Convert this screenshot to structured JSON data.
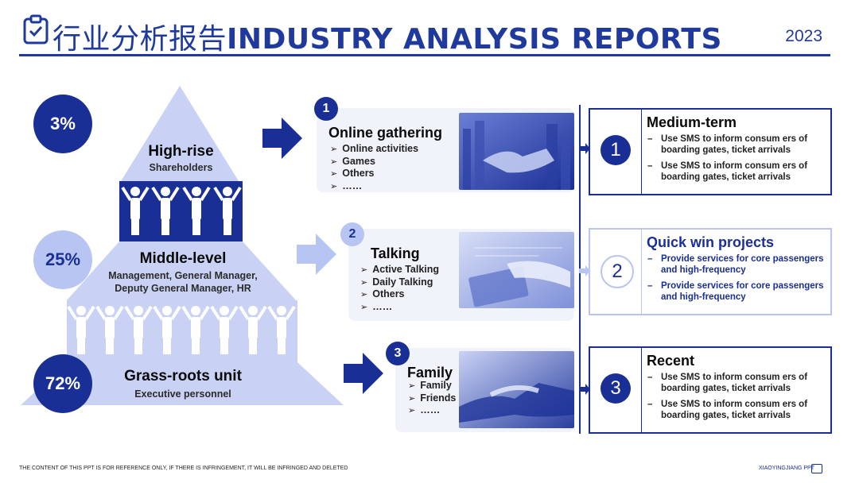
{
  "header": {
    "title_cn": "行业分析报告",
    "title_en": "INDUSTRY ANALYSIS REPORTS",
    "year": "2023"
  },
  "pyramid": {
    "levels": [
      {
        "pct": "3%",
        "title": "High-rise",
        "subtitle": "Shareholders"
      },
      {
        "pct": "25%",
        "title": "Middle-level",
        "subtitle_line1": "Management, General Manager,",
        "subtitle_line2": "Deputy General Manager, HR"
      },
      {
        "pct": "72%",
        "title": "Grass-roots unit",
        "subtitle": "Executive personnel"
      }
    ]
  },
  "cards": [
    {
      "num": "1",
      "title": "Online gathering",
      "items": [
        "Online activities",
        "Games",
        "Others",
        "……"
      ]
    },
    {
      "num": "2",
      "title": "Talking",
      "items_rich": [
        [
          "Active ",
          "Talking"
        ],
        [
          "Daily ",
          "Talking"
        ]
      ],
      "items": [
        "Others",
        "……"
      ]
    },
    {
      "num": "3",
      "title": "Family",
      "items": [
        "Family",
        "Friends",
        "……"
      ]
    }
  ],
  "boxes": [
    {
      "num": "1",
      "title": "Medium-term",
      "items": [
        "Use SMS to inform consum ers of boarding gates, ticket arrivals",
        "Use SMS to inform consum ers of boarding gates, ticket arrivals"
      ]
    },
    {
      "num": "2",
      "title": "Quick win projects",
      "items": [
        "Provide services for core passengers and high-frequency",
        "Provide services for core passengers and high-frequency"
      ]
    },
    {
      "num": "3",
      "title": "Recent",
      "items": [
        "Use SMS to inform consum ers of boarding gates, ticket arrivals",
        "Use SMS to inform consum ers of boarding gates, ticket arrivals"
      ]
    }
  ],
  "footer": {
    "left": "THE CONTENT OF THIS PPT IS FOR REFERENCE ONLY, IF THERE IS INFRINGEMENT, IT WILL BE INFRINGED AND DELETED",
    "right": "XIAOYINGJIANG PPT"
  },
  "colors": {
    "primary": "#1a2f95",
    "light": "#b8c4f1",
    "card_bg": "#f1f3fb"
  },
  "icons": [
    "clipboard-icon",
    "arrow-right-icon",
    "people-icon",
    "chevron-bullet-icon",
    "presentation-icon"
  ]
}
